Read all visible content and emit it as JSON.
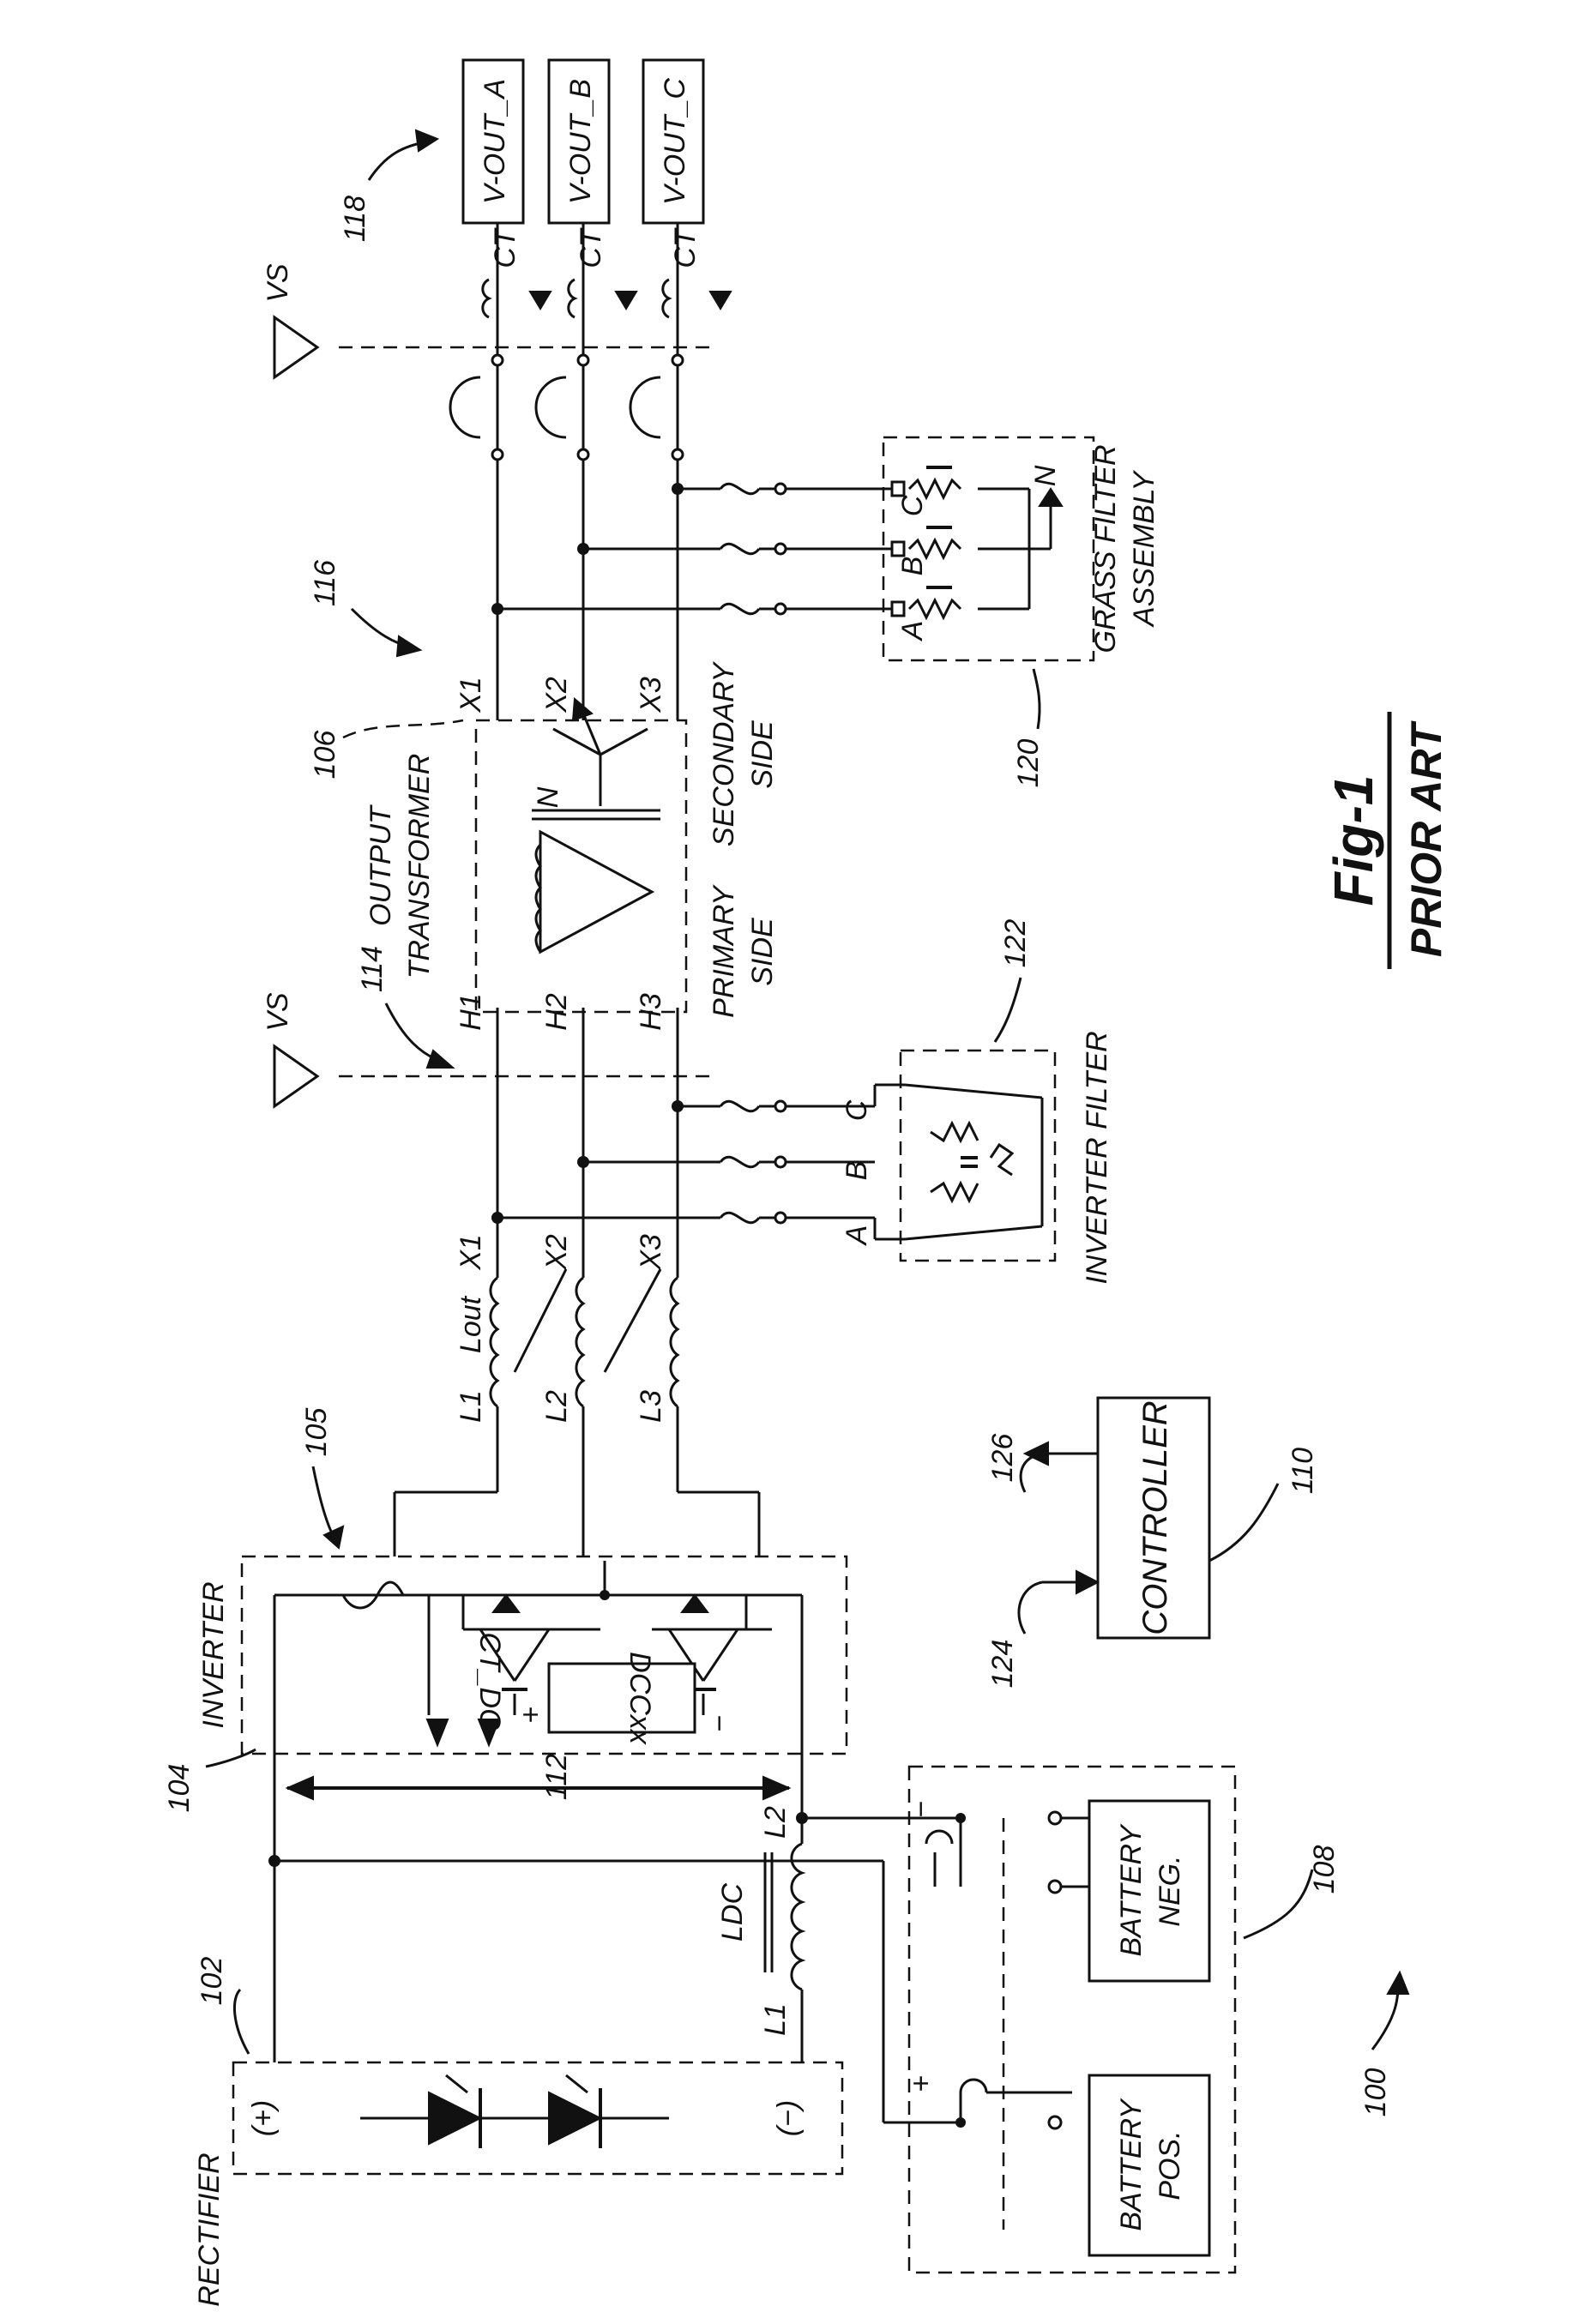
{
  "figure": {
    "title": "Fig-1",
    "subtitle": "PRIOR ART",
    "ref": "100"
  },
  "rectifier": {
    "label": "RECTIFIER",
    "ref": "102",
    "pos": "(+)",
    "neg": "(−)"
  },
  "inverter": {
    "label": "INVERTER",
    "ref": "104",
    "stage_ref": "105",
    "ct_label": "CT_DC",
    "sensor_label": "DCCxx",
    "plus": "+",
    "minus": "−"
  },
  "dc_link": {
    "ref": "112",
    "inductor_label": "LDC",
    "l1": "L1",
    "l2": "L2"
  },
  "battery": {
    "ref": "108",
    "pos_label_1": "BATTERY",
    "pos_label_2": "POS.",
    "neg_label_1": "BATTERY",
    "neg_label_2": "NEG.",
    "plus": "+",
    "minus": "−"
  },
  "controller": {
    "label": "CONTROLLER",
    "ref": "110",
    "in_ref": "124",
    "out_ref": "126"
  },
  "output_inductors": {
    "l1": "L1",
    "l2": "L2",
    "l3": "L3",
    "lout": "Lout",
    "x1": "X1",
    "x2": "X2",
    "x3": "X3"
  },
  "inverter_filter": {
    "label": "INVERTER FILTER",
    "ref": "122",
    "a": "A",
    "b": "B",
    "c": "C"
  },
  "transformer": {
    "label_1": "OUTPUT",
    "label_2": "TRANSFORMER",
    "ref": "106",
    "primary_1": "PRIMARY",
    "primary_2": "SIDE",
    "secondary_1": "SECONDARY",
    "secondary_2": "SIDE",
    "primary_ref": "114",
    "secondary_ref": "116",
    "h1": "H1",
    "h2": "H2",
    "h3": "H3",
    "x1": "X1",
    "x2": "X2",
    "x3": "X3",
    "n": "N"
  },
  "grass_filter": {
    "label_1": "GRASS FILTER",
    "label_2": "ASSEMBLY",
    "ref": "120",
    "a": "A",
    "b": "B",
    "c": "C",
    "n": "N"
  },
  "outputs": {
    "ref": "118",
    "vs": "VS",
    "ct": "CT",
    "a": "V-OUT_A",
    "b": "V-OUT_B",
    "c": "V-OUT_C"
  },
  "vs_primary": "VS"
}
